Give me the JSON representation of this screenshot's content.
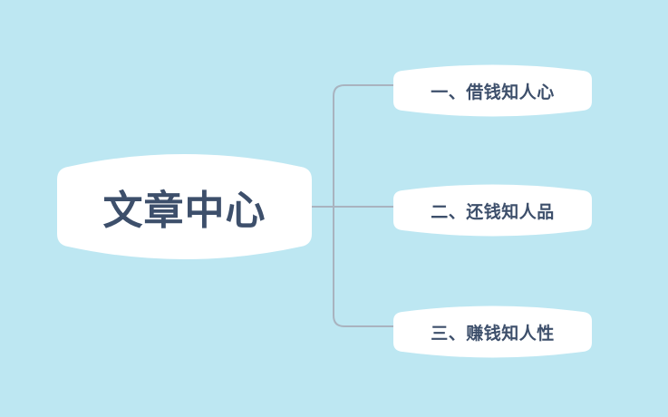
{
  "center": {
    "label": "文章中心"
  },
  "branches": [
    {
      "label": "一、借钱知人心"
    },
    {
      "label": "二、还钱知人品"
    },
    {
      "label": "三、赚钱知人性"
    }
  ],
  "colors": {
    "background": "#bde7f2",
    "node_fill": "#ffffff",
    "text": "#3d4f6b",
    "connector": "#a9b3bf"
  }
}
